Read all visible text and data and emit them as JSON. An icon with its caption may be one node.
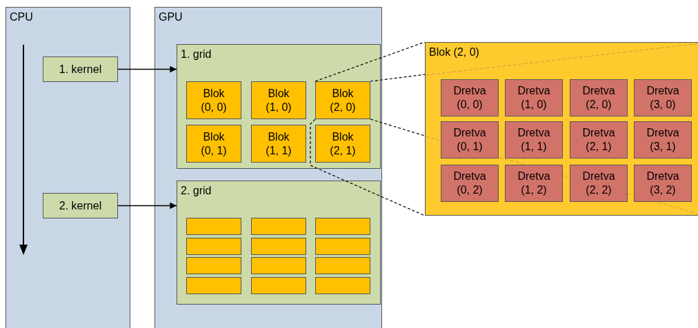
{
  "diagram": {
    "nodes": [
      {
        "text": [
          "CPU"
        ]
      },
      {
        "text": [
          "1. kernel"
        ],
        "in": 0
      },
      {
        "text": [
          "2. kernel"
        ],
        "in": 0
      },
      {
        "text": [
          "GPU"
        ]
      },
      {
        "text": [
          "1. grid"
        ],
        "in": 3
      },
      {
        "text": [
          "Blok (0, 0)"
        ],
        "in": 4
      },
      {
        "text": [
          "Blok (1, 0)"
        ],
        "in": 4
      },
      {
        "text": [
          "Blok (2, 0)"
        ],
        "in": 4
      },
      {
        "text": [
          "Blok (0, 1)"
        ],
        "in": 4
      },
      {
        "text": [
          "Blok (1, 1)"
        ],
        "in": 4
      },
      {
        "text": [
          "Blok (2, 1)"
        ],
        "in": 4
      },
      {
        "text": [
          "2. grid"
        ],
        "in": 3
      },
      {
        "text": [],
        "shape": "box",
        "in": 11
      },
      {
        "text": [],
        "shape": "box",
        "in": 11
      },
      {
        "text": [],
        "shape": "box",
        "in": 11
      },
      {
        "text": [],
        "shape": "box",
        "in": 11
      },
      {
        "text": [],
        "shape": "box",
        "in": 11
      },
      {
        "text": [],
        "shape": "box",
        "in": 11
      },
      {
        "text": [],
        "shape": "box",
        "in": 11
      },
      {
        "text": [],
        "shape": "box",
        "in": 11
      },
      {
        "text": [],
        "shape": "box",
        "in": 11
      },
      {
        "text": [],
        "shape": "box",
        "in": 11
      },
      {
        "text": [],
        "shape": "box",
        "in": 11
      },
      {
        "text": [],
        "shape": "box",
        "in": 11
      },
      {
        "text": [
          "Blok (2, 0)"
        ]
      },
      {
        "text": [
          "Dretva (0, 0)"
        ],
        "in": 24
      },
      {
        "text": [
          "Dretva (1, 0)"
        ],
        "in": 24
      },
      {
        "text": [
          "Dretva (2, 0)"
        ],
        "in": 24
      },
      {
        "text": [
          "Dretva (3, 0)"
        ],
        "in": 24
      },
      {
        "text": [
          "Dretva (0, 1)"
        ],
        "in": 24
      },
      {
        "text": [
          "Dretva (1, 1)"
        ],
        "in": 24
      },
      {
        "text": [
          "Dretva (2, 1)"
        ],
        "in": 24
      },
      {
        "text": [
          "Dretva (3, 1)"
        ],
        "in": 24
      },
      {
        "text": [
          "Dretva (0, 2)"
        ],
        "in": 24
      },
      {
        "text": [
          "Dretva (1, 2)"
        ],
        "in": 24
      },
      {
        "text": [
          "Dretva (2, 2)"
        ],
        "in": 24
      },
      {
        "text": [
          "Dretva (3, 2)"
        ],
        "in": 24
      }
    ],
    "edges": [
      {
        "from": 1,
        "to": 4,
        "arrow": "to"
      },
      {
        "from": 2,
        "to": 11,
        "arrow": "to"
      },
      {
        "from": 7,
        "to": 24,
        "arrow": "none",
        "style": "dashed"
      },
      {
        "from": 7,
        "to": 24,
        "arrow": "none",
        "style": "dashed"
      },
      {
        "from": 7,
        "to": 24,
        "arrow": "none",
        "style": "dashed"
      },
      {
        "from": 7,
        "to": 24,
        "arrow": "none",
        "style": "dashed"
      }
    ]
  }
}
